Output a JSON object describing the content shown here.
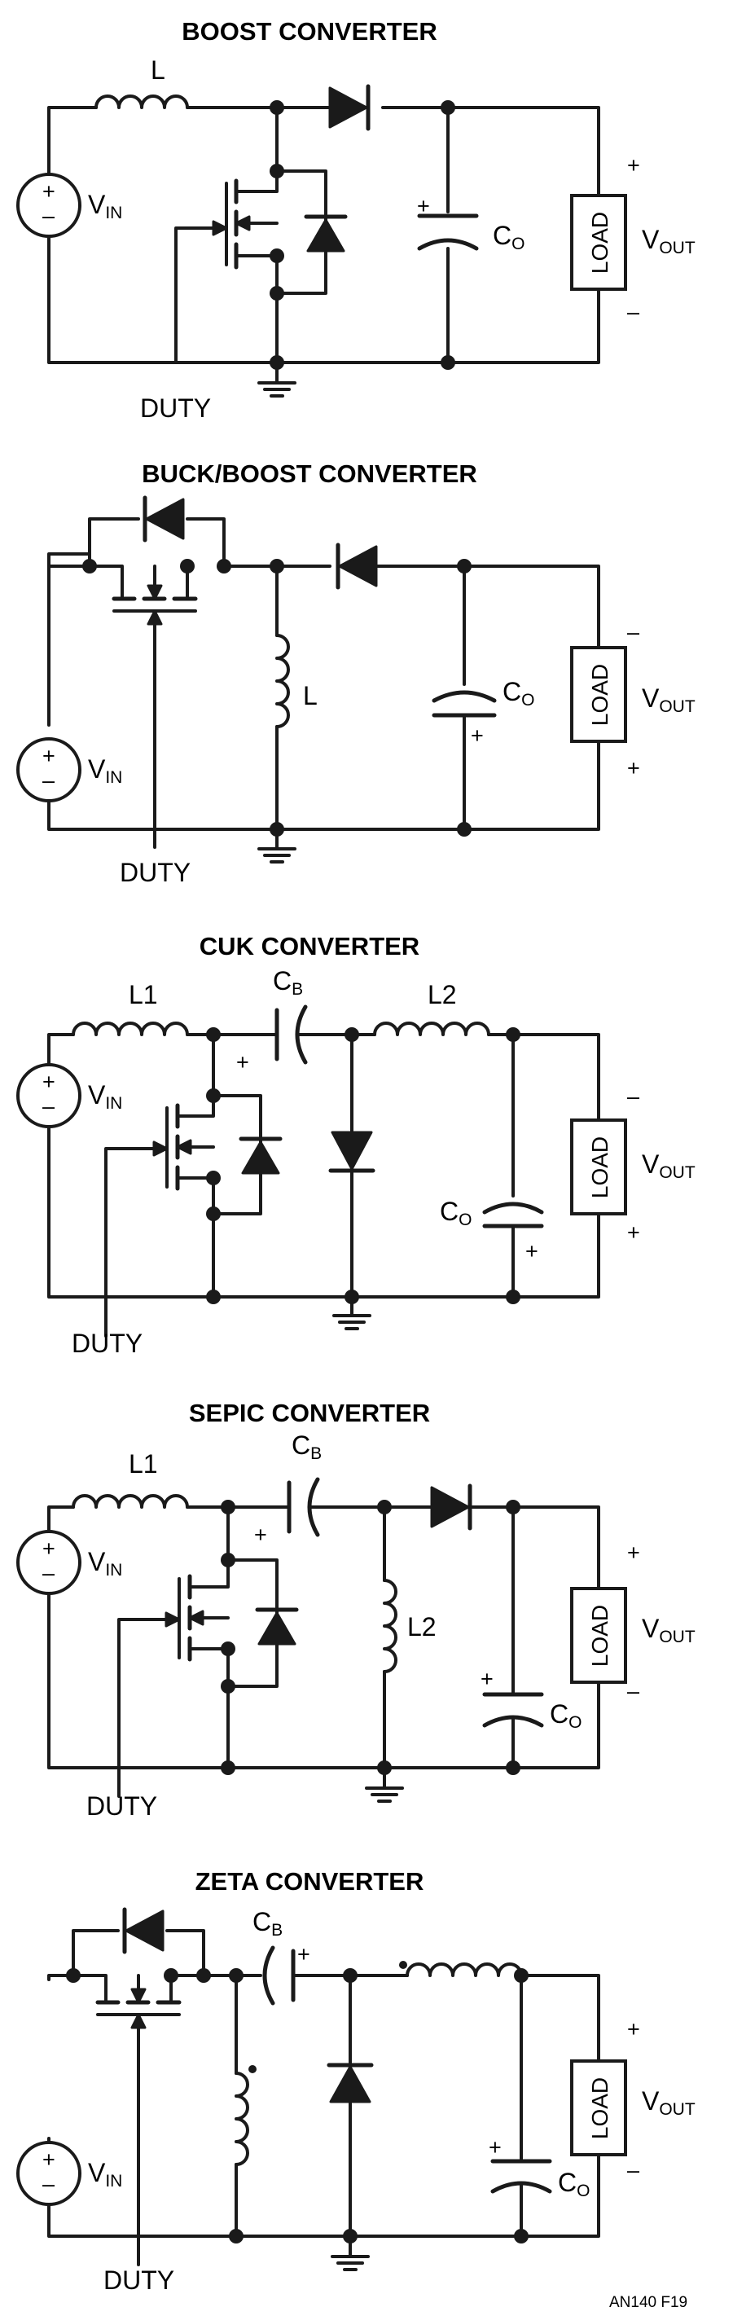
{
  "diagrams": [
    {
      "title": "BOOST CONVERTER",
      "labels": {
        "L": "L",
        "C": "C",
        "Csub": "O",
        "vin": "V",
        "vinsub": "IN",
        "vout": "V",
        "voutsub": "OUT",
        "load": "LOAD",
        "duty": "DUTY"
      }
    },
    {
      "title": "BUCK/BOOST CONVERTER",
      "labels": {
        "L": "L",
        "C": "C",
        "Csub": "O",
        "vin": "V",
        "vinsub": "IN",
        "vout": "V",
        "voutsub": "OUT",
        "load": "LOAD",
        "duty": "DUTY"
      }
    },
    {
      "title": "CUK CONVERTER",
      "labels": {
        "L1": "L1",
        "L2": "L2",
        "CB": "C",
        "CBsub": "B",
        "C": "C",
        "Csub": "O",
        "vin": "V",
        "vinsub": "IN",
        "vout": "V",
        "voutsub": "OUT",
        "load": "LOAD",
        "duty": "DUTY"
      }
    },
    {
      "title": "SEPIC CONVERTER",
      "labels": {
        "L1": "L1",
        "L2": "L2",
        "CB": "C",
        "CBsub": "B",
        "C": "C",
        "Csub": "O",
        "vin": "V",
        "vinsub": "IN",
        "vout": "V",
        "voutsub": "OUT",
        "load": "LOAD",
        "duty": "DUTY"
      }
    },
    {
      "title": "ZETA CONVERTER",
      "labels": {
        "CB": "C",
        "CBsub": "B",
        "C": "C",
        "Csub": "O",
        "vin": "V",
        "vinsub": "IN",
        "vout": "V",
        "voutsub": "OUT",
        "load": "LOAD",
        "duty": "DUTY"
      }
    }
  ],
  "symbols": {
    "plus": "+",
    "minus": "–"
  },
  "figure_id": "AN140 F19"
}
